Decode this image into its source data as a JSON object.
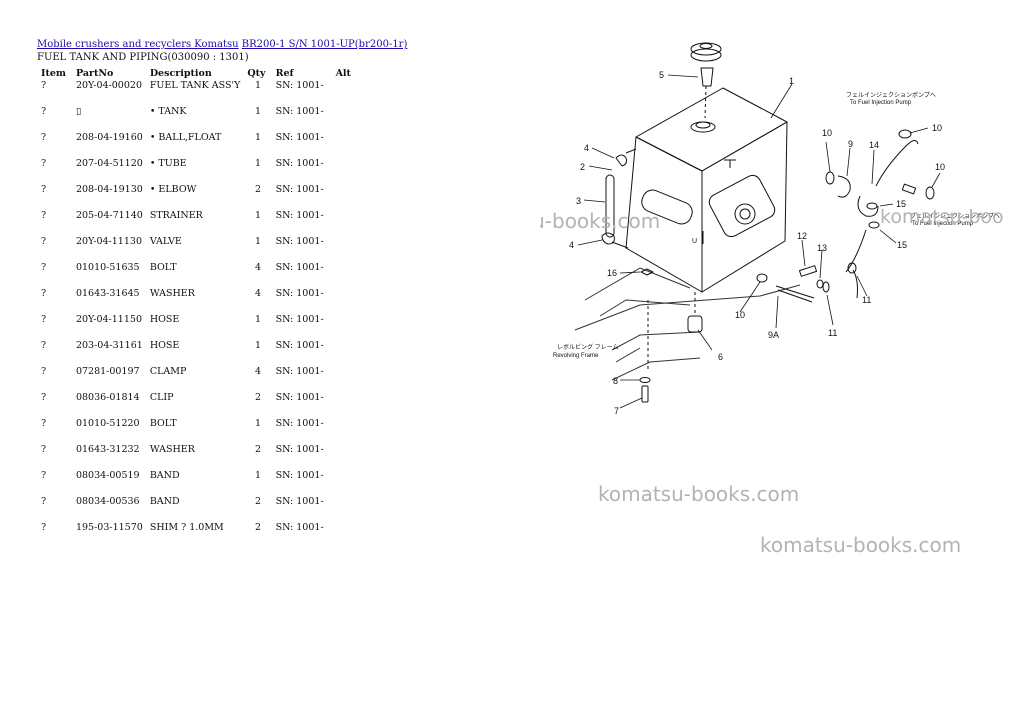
{
  "breadcrumb": {
    "link1": "Mobile crushers and recyclers Komatsu",
    "link2": "BR200-1 S/N 1001-UP(br200-1r)"
  },
  "subtitle": "FUEL TANK AND PIPING(030090 : 1301)",
  "table": {
    "headers": [
      "Item",
      "PartNo",
      "Description",
      "Qty",
      "Ref",
      "Alt"
    ],
    "rows": [
      {
        "item": "?",
        "part": "20Y-04-00020",
        "desc": "FUEL TANK ASS'Y",
        "qty": "1",
        "ref": "SN: 1001-"
      },
      {
        "item": "?",
        "part": "▯",
        "desc": "• TANK",
        "qty": "1",
        "ref": "SN: 1001-"
      },
      {
        "item": "?",
        "part": "208-04-19160",
        "desc": "• BALL,FLOAT",
        "qty": "1",
        "ref": "SN: 1001-"
      },
      {
        "item": "?",
        "part": "207-04-51120",
        "desc": "• TUBE",
        "qty": "1",
        "ref": "SN: 1001-"
      },
      {
        "item": "?",
        "part": "208-04-19130",
        "desc": "• ELBOW",
        "qty": "2",
        "ref": "SN: 1001-"
      },
      {
        "item": "?",
        "part": "205-04-71140",
        "desc": "STRAINER",
        "qty": "1",
        "ref": "SN: 1001-"
      },
      {
        "item": "?",
        "part": "20Y-04-11130",
        "desc": "VALVE",
        "qty": "1",
        "ref": "SN: 1001-"
      },
      {
        "item": "?",
        "part": "01010-51635",
        "desc": "BOLT",
        "qty": "4",
        "ref": "SN: 1001-"
      },
      {
        "item": "?",
        "part": "01643-31645",
        "desc": "WASHER",
        "qty": "4",
        "ref": "SN: 1001-"
      },
      {
        "item": "?",
        "part": "20Y-04-11150",
        "desc": "HOSE",
        "qty": "1",
        "ref": "SN: 1001-"
      },
      {
        "item": "?",
        "part": "203-04-31161",
        "desc": "HOSE",
        "qty": "1",
        "ref": "SN: 1001-"
      },
      {
        "item": "?",
        "part": "07281-00197",
        "desc": "CLAMP",
        "qty": "4",
        "ref": "SN: 1001-"
      },
      {
        "item": "?",
        "part": "08036-01814",
        "desc": "CLIP",
        "qty": "2",
        "ref": "SN: 1001-"
      },
      {
        "item": "?",
        "part": "01010-51220",
        "desc": "BOLT",
        "qty": "1",
        "ref": "SN: 1001-"
      },
      {
        "item": "?",
        "part": "01643-31232",
        "desc": "WASHER",
        "qty": "2",
        "ref": "SN: 1001-"
      },
      {
        "item": "?",
        "part": "08034-00519",
        "desc": "BAND",
        "qty": "1",
        "ref": "SN: 1001-"
      },
      {
        "item": "?",
        "part": "08034-00536",
        "desc": "BAND",
        "qty": "2",
        "ref": "SN: 1001-"
      },
      {
        "item": "?",
        "part": "195-03-11570",
        "desc": "SHIM ? 1.0MM",
        "qty": "2",
        "ref": "SN: 1001-"
      }
    ]
  },
  "diagram": {
    "callouts": [
      "1",
      "2",
      "3",
      "4",
      "4",
      "5",
      "6",
      "7",
      "8",
      "9",
      "9A",
      "10",
      "10",
      "10",
      "10",
      "11",
      "11",
      "12",
      "13",
      "14",
      "15",
      "15",
      "16"
    ],
    "jp_label_top": "フェルインジェクションポンプへ",
    "en_label_top": "To Fuel Injection Pump",
    "jp_label_mid": "フェルインジェクションポンプへ",
    "en_label_mid": "To Fuel Injection Pump",
    "jp_label_frame": "レボルビング フレーム",
    "en_label_frame": "Revolving Frame",
    "small_mark": "U"
  },
  "watermarks": [
    "komatsu-books.com",
    "komatsu-books.com",
    "komatsu-books.com",
    "komatsu-boo"
  ]
}
